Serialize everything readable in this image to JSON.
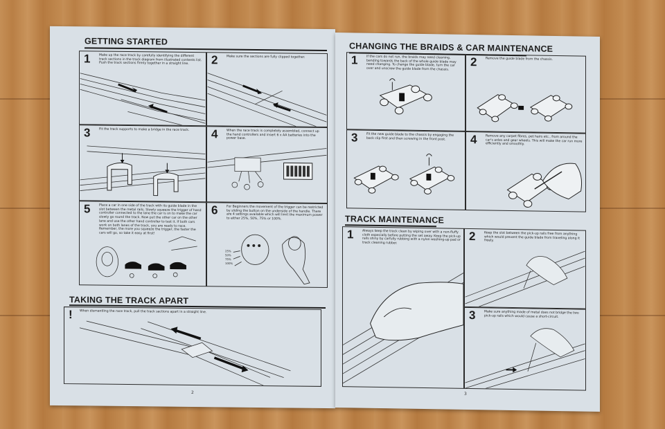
{
  "left_page": {
    "getting_started": {
      "title": "GETTING STARTED",
      "steps": [
        {
          "num": "1",
          "text": "Make up the race track by carefully identifying the different track sections in the track diagram from illustrated contents list. Push the track sections firmly together in a straight line."
        },
        {
          "num": "2",
          "text": "Make sure the sections are fully clipped together."
        },
        {
          "num": "3",
          "text": "Fit the track supports to make a bridge in the race track."
        },
        {
          "num": "4",
          "text": "When the race track is completely assembled, connect up the hand controllers and insert 6 x AA batteries into the power base."
        },
        {
          "num": "5",
          "text": "Place a car in one side of the track with its guide blade in the slot between the metal rails. Slowly squeeze the trigger of hand controller connected to the lane the car is on to make the car slowly go round the track. Now put the other car on the other lane and use the other hand controller to test it. If both cars work on both lanes of the track, you are ready to race. Remember, the more you squeeze the trigger, the faster the cars will go, so take it easy at first!"
        },
        {
          "num": "6",
          "text": "For Beginners the movement of the trigger can be restricted by sliding the button on the underside of the handle. There are 4 settings available which will limit the maximum power to either 25%, 50%, 75% or 100%."
        }
      ],
      "speed_labels": [
        "25%",
        "50%",
        "75%",
        "100%"
      ]
    },
    "taking_apart": {
      "title": "TAKING THE TRACK APART",
      "num": "!",
      "text": "When dismantling the race track, pull the track sections apart in a straight line."
    },
    "page_number": "2"
  },
  "right_page": {
    "braids": {
      "title": "CHANGING THE BRAIDS & CAR MAINTENANCE",
      "steps": [
        {
          "num": "1",
          "text": "If the cars do not run, the braids may need cleaning, bending towards the back of the whole guide blade may need changing. To change the guide blade, turn the car over and unscrew the guide blade from the chassis."
        },
        {
          "num": "2",
          "text": "Remove the guide blade from the chassis."
        },
        {
          "num": "3",
          "text": "Fit the new guide blade to the chassis by engaging the back clip first and then screwing in the front post."
        },
        {
          "num": "4",
          "text": "Remove any carpet fibres, pet hairs etc., from around the car's axles and gear wheels. This will make the car run more efficiently and smoothly."
        }
      ]
    },
    "track_maintenance": {
      "title": "TRACK MAINTENANCE",
      "steps": [
        {
          "num": "1",
          "text": "Always keep the track clean by wiping over with a non-fluffy cloth especially before putting the set away. Keep the pick-up rails shiny by carfully rubbing with a nylon washing-up pad or track cleaning rubber."
        },
        {
          "num": "2",
          "text": "Keep the slot between the pick-up rails free from anything which would prevent the guide blade from traveling along it freely."
        },
        {
          "num": "3",
          "text": "Make sure anything made of metal does not bridge the two pick-up rails which would cause a short-circuit."
        }
      ]
    },
    "page_number": "3"
  }
}
